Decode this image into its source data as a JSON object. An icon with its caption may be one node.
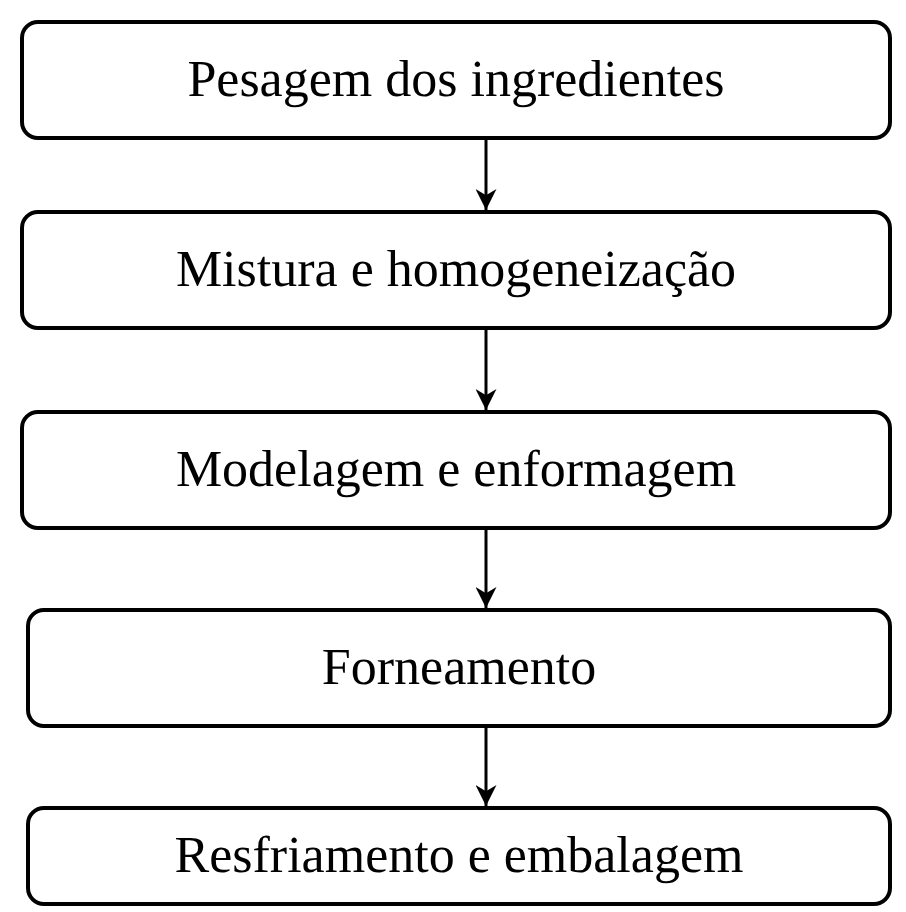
{
  "diagram": {
    "nodes": [
      {
        "text": [
          "Pesagem dos ingredientes"
        ]
      },
      {
        "text": [
          "Mistura e homogeneização"
        ]
      },
      {
        "text": [
          "Modelagem e enformagem"
        ]
      },
      {
        "text": [
          "Forneamento"
        ]
      },
      {
        "text": [
          "Resfriamento e embalagem"
        ]
      }
    ],
    "edges": [
      {
        "from": 0,
        "to": 1,
        "arrow": "to"
      },
      {
        "from": 1,
        "to": 2,
        "arrow": "to"
      },
      {
        "from": 2,
        "to": 3,
        "arrow": "to"
      },
      {
        "from": 3,
        "to": 4,
        "arrow": "to"
      }
    ]
  }
}
